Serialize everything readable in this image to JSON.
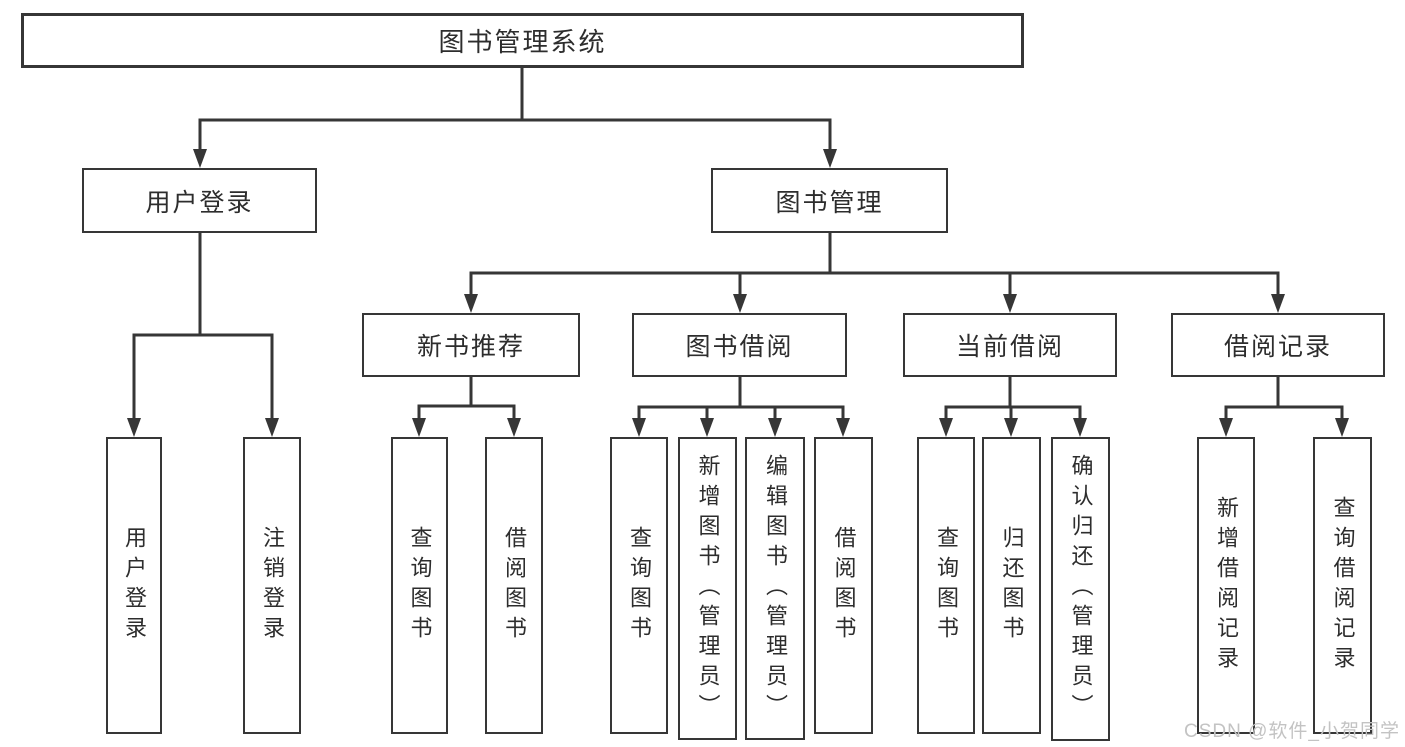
{
  "tree": {
    "label": "图书管理系统",
    "children": [
      {
        "label": "用户登录",
        "children": [
          {
            "label": "用户登录"
          },
          {
            "label": "注销登录"
          }
        ]
      },
      {
        "label": "图书管理",
        "children": [
          {
            "label": "新书推荐",
            "children": [
              {
                "label": "查询图书"
              },
              {
                "label": "借阅图书"
              }
            ]
          },
          {
            "label": "图书借阅",
            "children": [
              {
                "label": "查询图书"
              },
              {
                "label": "新增图书（管理员）"
              },
              {
                "label": "编辑图书（管理员）"
              },
              {
                "label": "借阅图书"
              }
            ]
          },
          {
            "label": "当前借阅",
            "children": [
              {
                "label": "查询图书"
              },
              {
                "label": "归还图书"
              },
              {
                "label": "确认归还（管理员）"
              }
            ]
          },
          {
            "label": "借阅记录",
            "children": [
              {
                "label": "新增借阅记录"
              },
              {
                "label": "查询借阅记录"
              }
            ]
          }
        ]
      }
    ]
  },
  "watermark": {
    "text": "CSDN @软件_小贺同学"
  },
  "colors": {
    "line": "#363636",
    "border": "#363636",
    "text": "#2d2d2d",
    "watermark": "#c3c3c3",
    "background": "#ffffff"
  }
}
